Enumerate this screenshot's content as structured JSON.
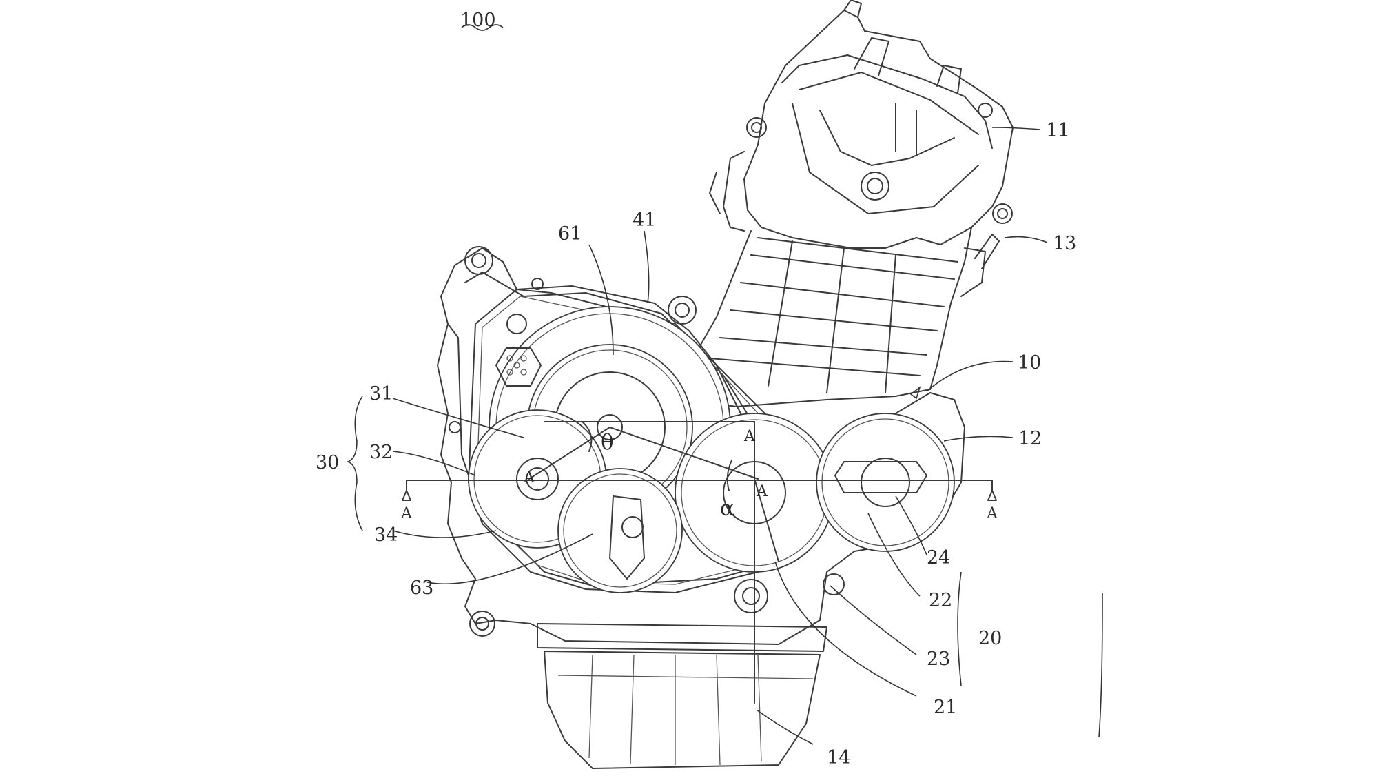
{
  "figure": {
    "ref_numeral": "100",
    "angle_theta": "θ",
    "angle_alpha": "α",
    "section_markers": [
      "A",
      "A",
      "A",
      "A",
      "A",
      "A"
    ]
  },
  "callouts": [
    {
      "id": "11",
      "text": "11"
    },
    {
      "id": "13",
      "text": "13"
    },
    {
      "id": "10",
      "text": "10"
    },
    {
      "id": "12",
      "text": "12"
    },
    {
      "id": "24",
      "text": "24"
    },
    {
      "id": "22",
      "text": "22"
    },
    {
      "id": "23",
      "text": "23"
    },
    {
      "id": "20",
      "text": "20"
    },
    {
      "id": "14",
      "text": "14"
    },
    {
      "id": "61",
      "text": "61"
    },
    {
      "id": "41",
      "text": "41"
    },
    {
      "id": "31",
      "text": "31"
    },
    {
      "id": "32",
      "text": "32"
    },
    {
      "id": "30",
      "text": "30"
    },
    {
      "id": "34",
      "text": "34"
    },
    {
      "id": "63",
      "text": "63"
    },
    {
      "id": "21",
      "text": "21"
    }
  ],
  "colors": {
    "line": "#3a3a3a",
    "background": "#ffffff"
  }
}
